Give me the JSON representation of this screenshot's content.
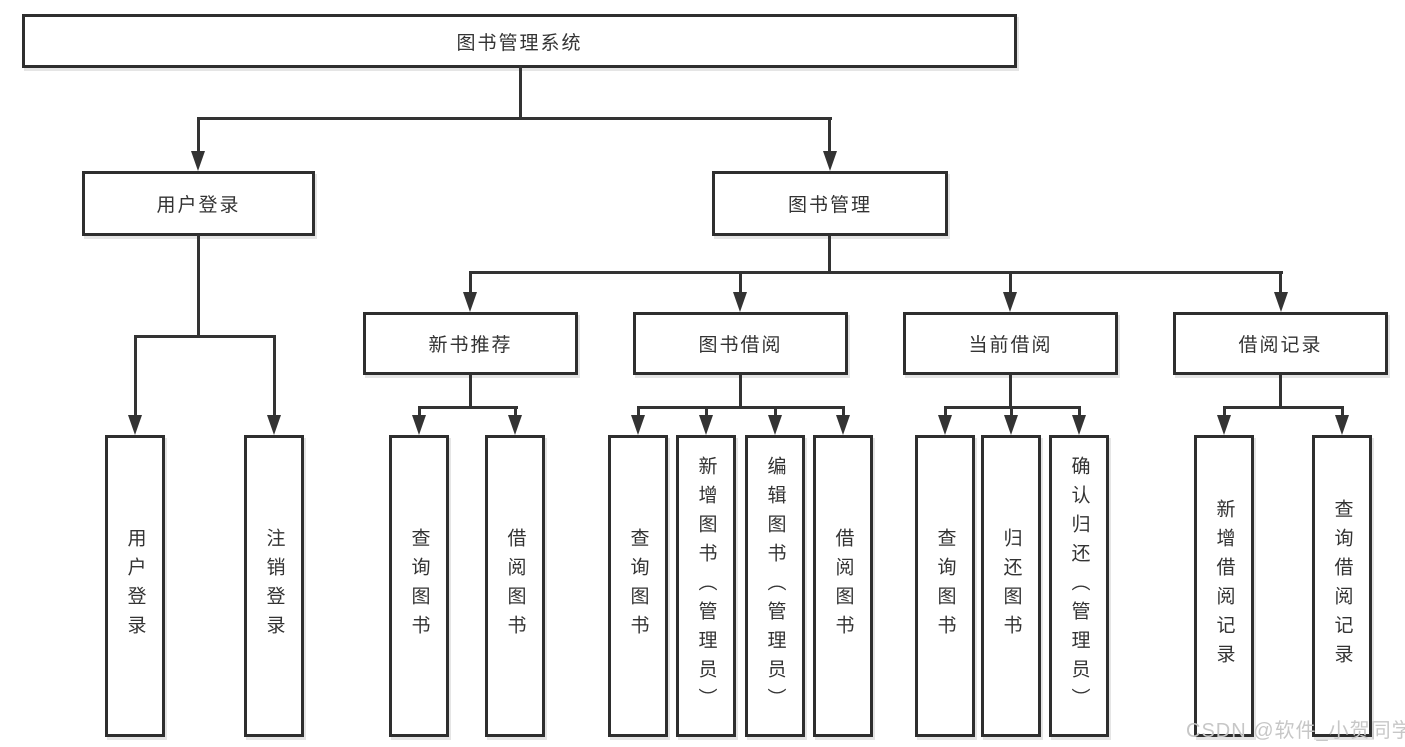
{
  "tree": {
    "label": "图书管理系统",
    "children": [
      {
        "label": "用户登录",
        "children": [
          {
            "label": "用户登录"
          },
          {
            "label": "注销登录"
          }
        ]
      },
      {
        "label": "图书管理",
        "children": [
          {
            "label": "新书推荐",
            "children": [
              {
                "label": "查询图书"
              },
              {
                "label": "借阅图书"
              }
            ]
          },
          {
            "label": "图书借阅",
            "children": [
              {
                "label": "查询图书"
              },
              {
                "label": "新增图书（管理员）"
              },
              {
                "label": "编辑图书（管理员）"
              },
              {
                "label": "借阅图书"
              }
            ]
          },
          {
            "label": "当前借阅",
            "children": [
              {
                "label": "查询图书"
              },
              {
                "label": "归还图书"
              },
              {
                "label": "确认归还（管理员）"
              }
            ]
          },
          {
            "label": "借阅记录",
            "children": [
              {
                "label": "新增借阅记录"
              },
              {
                "label": "查询借阅记录"
              }
            ]
          }
        ]
      }
    ]
  },
  "watermark": {
    "text": "CSDN @软件_小贺同学"
  },
  "colors": {
    "background": "#ffffff",
    "box_fill": "#ffffff",
    "box_border": "#2e2e2e",
    "line": "#333333",
    "text": "#333333",
    "watermark": "#c7c7c7"
  }
}
